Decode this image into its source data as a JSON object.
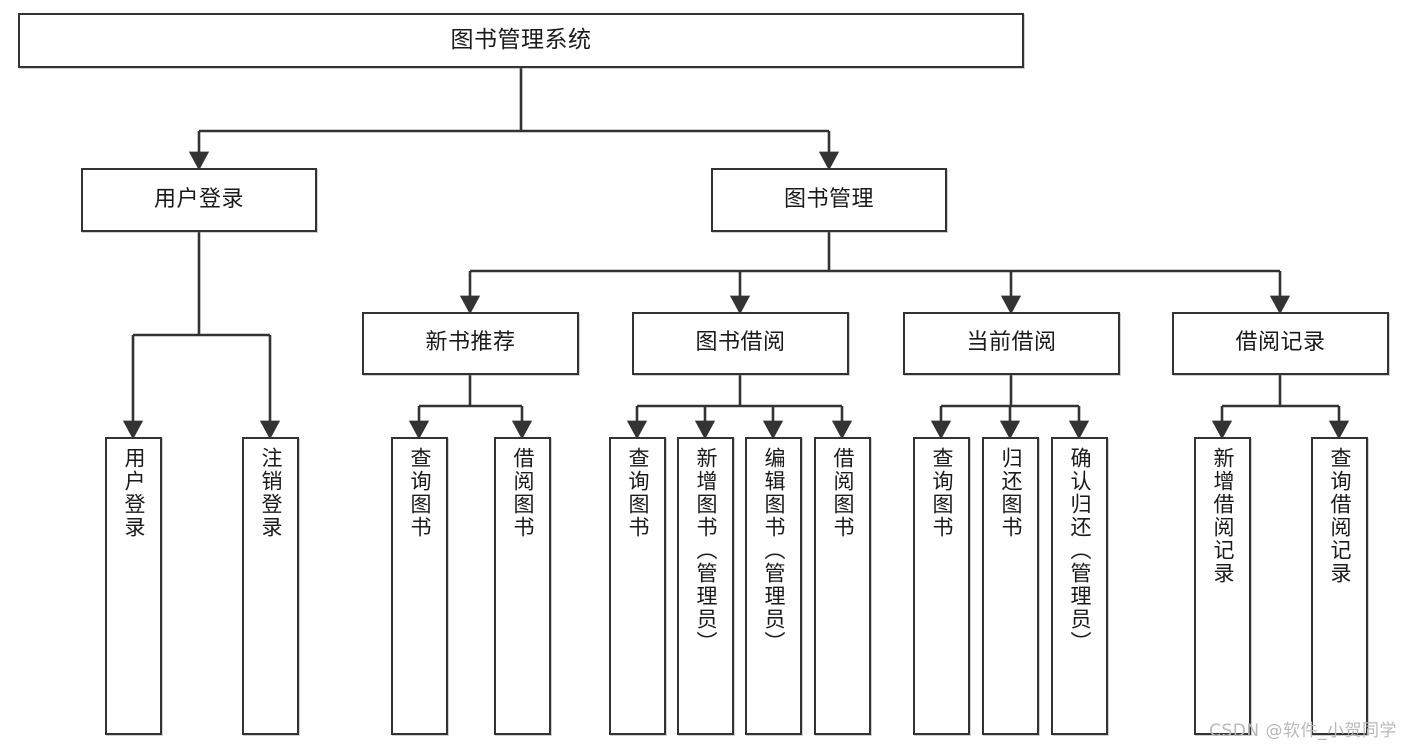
{
  "diagram": {
    "title": "图书管理系统",
    "type": "tree",
    "watermark": "CSDN @软件_小贺同学",
    "colors": {
      "box_border": "#333333",
      "box_fill": "#ffffff",
      "connector": "#333333",
      "text": "#1a1a1a",
      "watermark": "#b9b9b9",
      "background": "#ffffff"
    },
    "levels": {
      "level1_label": "图书管理系统",
      "level2": [
        "用户登录",
        "图书管理"
      ],
      "level3": [
        "新书推荐",
        "图书借阅",
        "当前借阅",
        "借阅记录"
      ]
    },
    "nodes": {
      "root": {
        "label": "图书管理系统"
      },
      "user_login": {
        "label": "用户登录"
      },
      "book_manage": {
        "label": "图书管理"
      },
      "new_book_rec": {
        "label": "新书推荐"
      },
      "book_borrow": {
        "label": "图书借阅"
      },
      "current_borrow": {
        "label": "当前借阅"
      },
      "borrow_record": {
        "label": "借阅记录"
      },
      "leaf_user_login": {
        "label": "用户登录"
      },
      "leaf_logout": {
        "label": "注销登录"
      },
      "leaf_query_book_1": {
        "label": "查询图书"
      },
      "leaf_borrow_book_1": {
        "label": "借阅图书"
      },
      "leaf_query_book_2": {
        "label": "查询图书"
      },
      "leaf_add_book": {
        "label": "新增图书（管理员）"
      },
      "leaf_edit_book": {
        "label": "编辑图书（管理员）"
      },
      "leaf_borrow_book_2": {
        "label": "借阅图书"
      },
      "leaf_query_book_3": {
        "label": "查询图书"
      },
      "leaf_return_book": {
        "label": "归还图书"
      },
      "leaf_confirm_return": {
        "label": "确认归还（管理员）"
      },
      "leaf_add_record": {
        "label": "新增借阅记录"
      },
      "leaf_query_record": {
        "label": "查询借阅记录"
      }
    }
  }
}
